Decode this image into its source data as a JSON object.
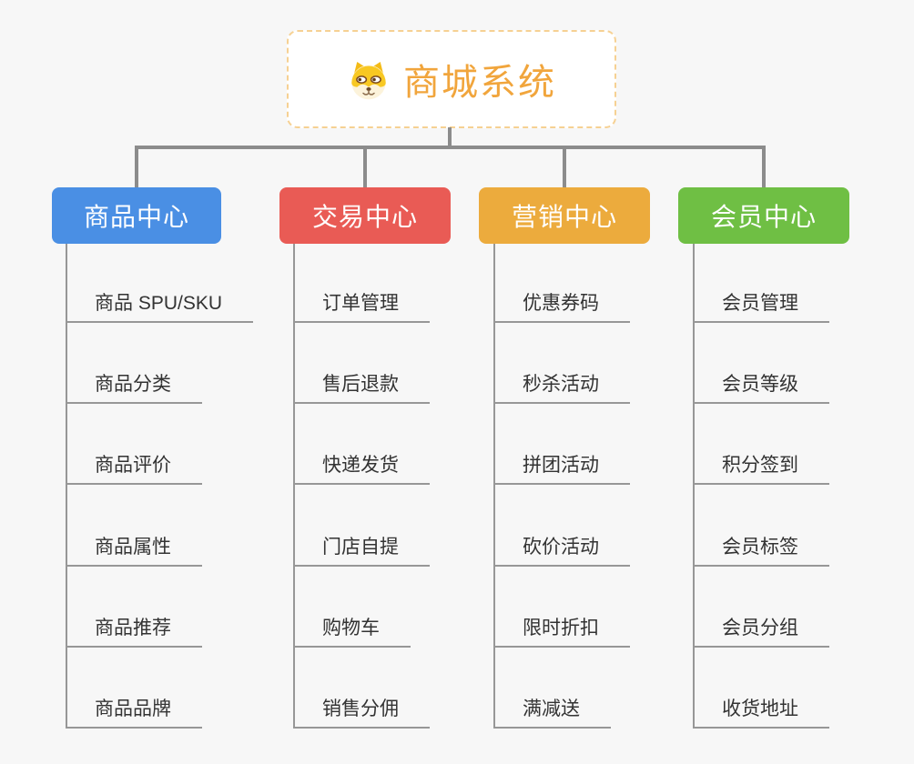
{
  "root": {
    "title": "商城系统",
    "icon": "doge-icon"
  },
  "branches": [
    {
      "label": "商品中心",
      "color": "#4a8fe4",
      "items": [
        "商品 SPU/SKU",
        "商品分类",
        "商品评价",
        "商品属性",
        "商品推荐",
        "商品品牌"
      ]
    },
    {
      "label": "交易中心",
      "color": "#e95b55",
      "items": [
        "订单管理",
        "售后退款",
        "快递发货",
        "门店自提",
        "购物车",
        "销售分佣"
      ]
    },
    {
      "label": "营销中心",
      "color": "#ecab3d",
      "items": [
        "优惠券码",
        "秒杀活动",
        "拼团活动",
        "砍价活动",
        "限时折扣",
        "满减送"
      ]
    },
    {
      "label": "会员中心",
      "color": "#6fbf44",
      "items": [
        "会员管理",
        "会员等级",
        "积分签到",
        "会员标签",
        "会员分组",
        "收货地址"
      ]
    }
  ],
  "colors": {
    "background": "#f7f7f7",
    "connector": "#8c8c8c",
    "item_line": "#979797",
    "item_text": "#333333",
    "root_title": "#f1a53c",
    "root_border": "#f6d193"
  }
}
